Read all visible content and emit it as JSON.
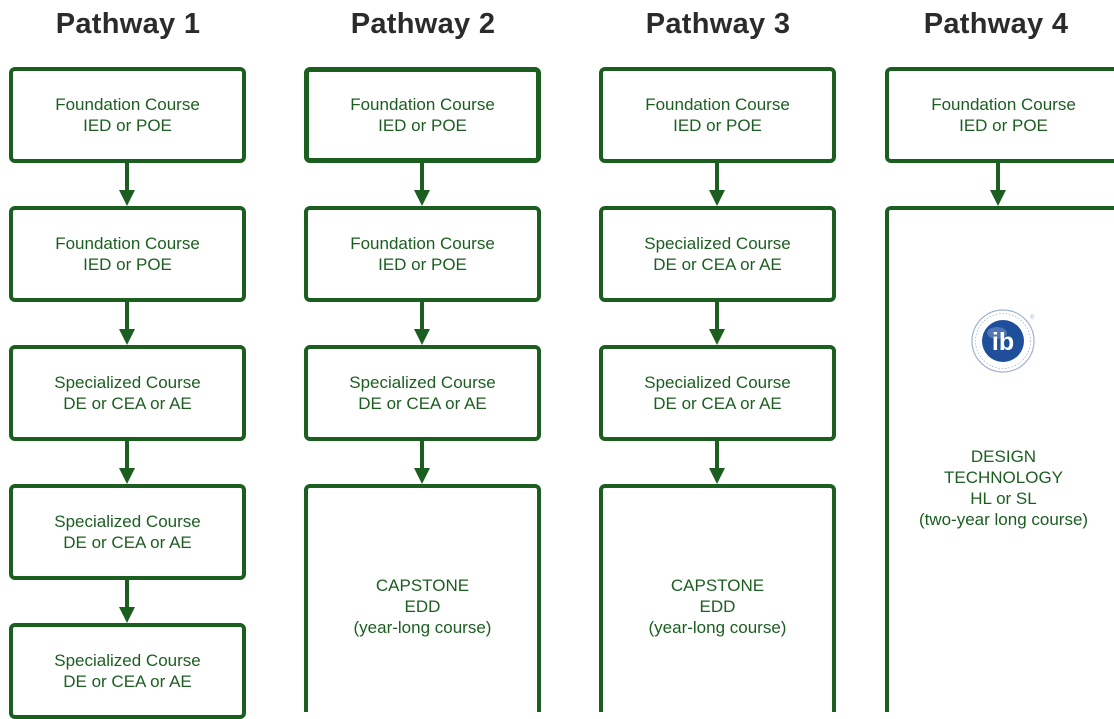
{
  "pathways": [
    {
      "title": "Pathway 1",
      "boxes": [
        {
          "lines": [
            "Foundation Course",
            "IED or POE"
          ]
        },
        {
          "lines": [
            "Foundation Course",
            "IED or POE"
          ]
        },
        {
          "lines": [
            "Specialized Course",
            "DE or CEA or AE"
          ]
        },
        {
          "lines": [
            "Specialized Course",
            "DE or CEA or AE"
          ]
        },
        {
          "lines": [
            "Specialized Course",
            "DE or CEA or AE"
          ]
        }
      ]
    },
    {
      "title": "Pathway 2",
      "boxes": [
        {
          "lines": [
            "Foundation Course",
            "IED or POE"
          ]
        },
        {
          "lines": [
            "Foundation Course",
            "IED or POE"
          ]
        },
        {
          "lines": [
            "Specialized Course",
            "DE or CEA or AE"
          ]
        },
        {
          "lines": [
            "CAPSTONE",
            "EDD",
            "(year-long course)"
          ]
        }
      ]
    },
    {
      "title": "Pathway 3",
      "boxes": [
        {
          "lines": [
            "Foundation Course",
            "IED or POE"
          ]
        },
        {
          "lines": [
            "Specialized Course",
            "DE or CEA or AE"
          ]
        },
        {
          "lines": [
            "Specialized Course",
            "DE or CEA or AE"
          ]
        },
        {
          "lines": [
            "CAPSTONE",
            "EDD",
            "(year-long course)"
          ]
        }
      ]
    },
    {
      "title": "Pathway 4",
      "boxes": [
        {
          "lines": [
            "Foundation Course",
            "IED or POE"
          ]
        },
        {
          "lines": [
            "DESIGN",
            "TECHNOLOGY",
            "HL or SL",
            "(two-year long course)"
          ],
          "logo": "ib-logo",
          "logo_text": "ib"
        }
      ]
    }
  ],
  "colors": {
    "box_border": "#1b5e20",
    "box_text": "#1b5e20",
    "title": "#2b2b2b",
    "arrow": "#1b5e20",
    "logo": "#1f4f9a"
  }
}
